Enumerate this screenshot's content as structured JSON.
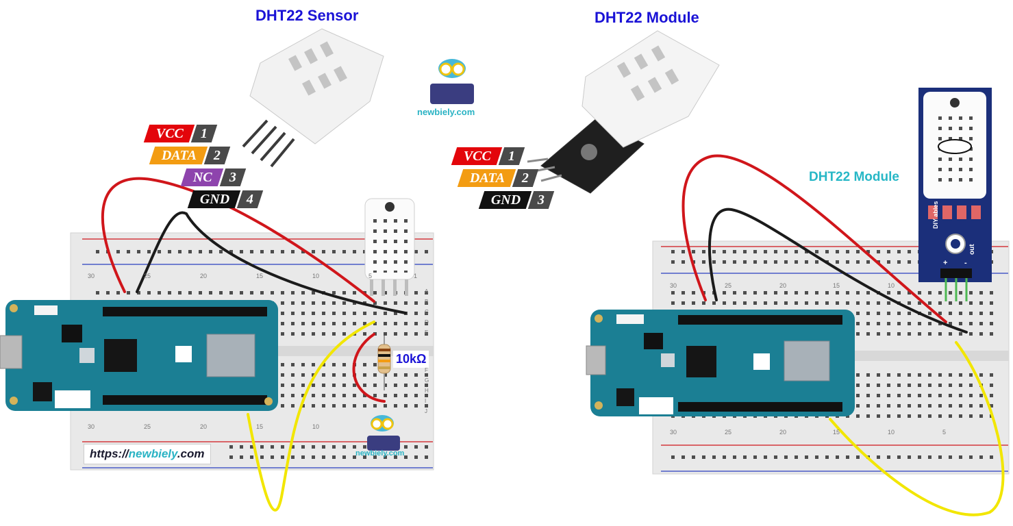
{
  "headings": {
    "left": "DHT22 Sensor",
    "center": "DHT22 Module",
    "right_module": "DHT22 Module"
  },
  "watermark": {
    "site": "newbiely.com"
  },
  "sensor_pins": [
    {
      "name": "VCC",
      "num": "1",
      "color": "#e3050b"
    },
    {
      "name": "DATA",
      "num": "2",
      "color": "#f39c12"
    },
    {
      "name": "NC",
      "num": "3",
      "color": "#8e44ad"
    },
    {
      "name": "GND",
      "num": "4",
      "color": "#111111"
    }
  ],
  "module_pins": [
    {
      "name": "VCC",
      "num": "1",
      "color": "#e3050b"
    },
    {
      "name": "DATA",
      "num": "2",
      "color": "#f39c12"
    },
    {
      "name": "GND",
      "num": "3",
      "color": "#111111"
    }
  ],
  "resistor": {
    "label": "10kΩ"
  },
  "url": {
    "prefix": "https://",
    "site": "newbiely",
    "suffix": ".com"
  },
  "module_board": {
    "brand": "DIY ables",
    "out_label": "out",
    "plus": "+",
    "minus": "-"
  },
  "breadboard_numbers": [
    "30",
    "25",
    "20",
    "15",
    "10",
    "5",
    "1"
  ],
  "breadboard_rows": [
    "A",
    "B",
    "C",
    "D",
    "E",
    "F",
    "G",
    "H",
    "I",
    "J"
  ],
  "colors": {
    "heading": "#1a12d6",
    "wire_red": "#d0161b",
    "wire_black": "#1b1b1b",
    "wire_yellow": "#f2e600",
    "board_teal": "#1b7f94",
    "module_label": "#27b7c6"
  }
}
